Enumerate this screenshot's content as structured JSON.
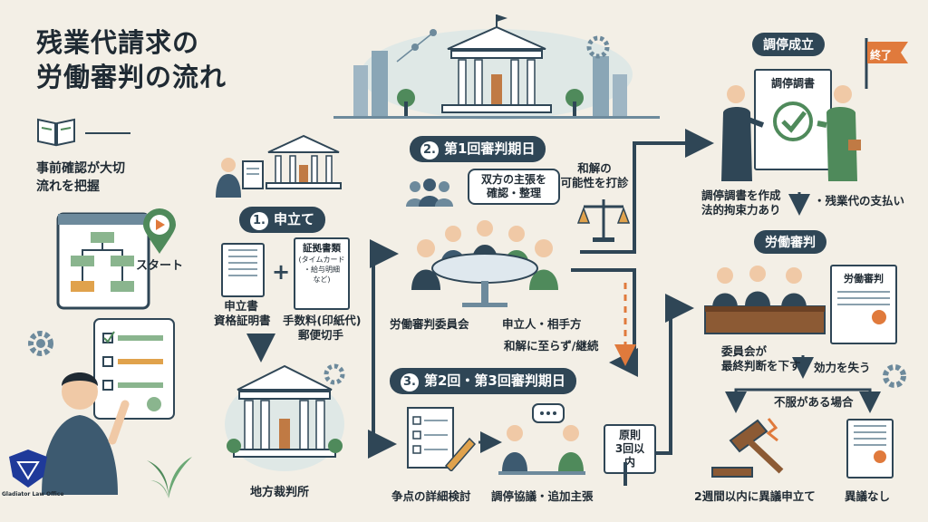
{
  "title": {
    "line1": "残業代請求の",
    "line2": "労働審判の流れ"
  },
  "intro": {
    "line1": "事前確認が大切",
    "line2": "流れを把握",
    "start": "スタート"
  },
  "logo_caption": "Gladiator Law Office",
  "step1": {
    "num": "1.",
    "label": "申立て",
    "doc1": "申立書",
    "doc1b": "資格証明書",
    "evidence_title": "証拠書類",
    "evidence_sub1": "(タイムカード",
    "evidence_sub2": "・給与明細",
    "evidence_sub3": "など)",
    "fee1": "手数料(印紙代)",
    "fee2": "郵便切手",
    "court": "地方裁判所"
  },
  "step2": {
    "num": "2.",
    "label": "第1回審判期日",
    "bubble1": "双方の主張を",
    "bubble2": "確認・整理",
    "side1": "和解の",
    "side2": "可能性を打診",
    "committee": "労働審判委員会",
    "parties": "申立人・相手方",
    "no_settlement": "和解に至らず/継続"
  },
  "step3": {
    "num": "3.",
    "label": "第2回・第3回審判期日",
    "review": "争点の詳細検討",
    "mediation": "調停協議・追加主張",
    "rule1": "原則",
    "rule2": "3回以内"
  },
  "mediation_success": {
    "label": "調停成立",
    "flag": "終了",
    "doc": "調停調書",
    "note1": "調停調書を作成",
    "note2": "法的拘束力あり",
    "note3": "・残業代の支払い"
  },
  "labor_tribunal": {
    "label": "労働審判",
    "doc": "労働審判",
    "note1": "委員会が",
    "note2": "最終判断を下す",
    "lose": "効力を失う",
    "objection": "不服がある場合",
    "objection_filed": "2週間以内に異議申立て",
    "no_objection": "異議なし"
  },
  "colors": {
    "navy": "#2f4656",
    "orange": "#e07a3c",
    "bg": "#f3efe6",
    "green": "#4f8a5b"
  }
}
